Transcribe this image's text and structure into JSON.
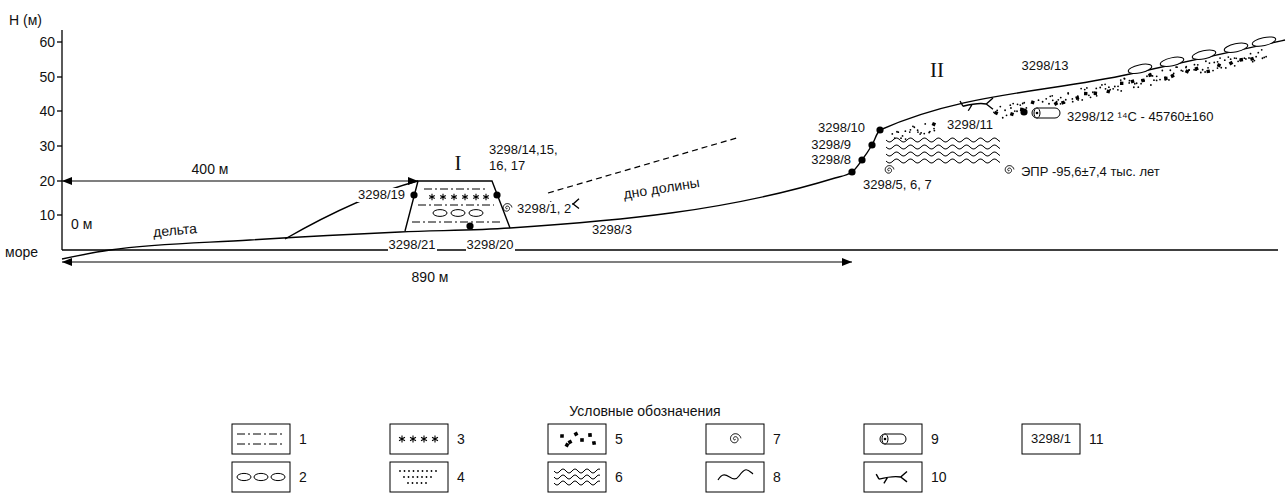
{
  "diagram": {
    "labels": [
      "H (м)",
      "60",
      "50",
      "40",
      "30",
      "20",
      "10",
      "море",
      "0 м",
      "400 м",
      "890 м",
      "дельта",
      "дно долины",
      "I",
      "II",
      "3298/19",
      "3298/14,15,",
      "16, 17",
      "3298/1, 2",
      "3298/21",
      "3298/20",
      "3298/3",
      "3298/5, 6, 7",
      "3298/8",
      "3298/9",
      "3298/10",
      "3298/11",
      "3298/12 ¹⁴C - 45760±160",
      "3298/13",
      "ЭПР -95,6±7,4 тыс. лет",
      "Условные обозначения",
      "3298/1"
    ],
    "legend": [
      {
        "text": "1"
      },
      {
        "text": "2"
      },
      {
        "text": "3"
      },
      {
        "text": "4"
      },
      {
        "text": "5"
      },
      {
        "text": "6"
      },
      {
        "text": "7"
      },
      {
        "text": "8"
      },
      {
        "text": "9"
      },
      {
        "text": "10"
      },
      {
        "text": "11"
      }
    ]
  }
}
